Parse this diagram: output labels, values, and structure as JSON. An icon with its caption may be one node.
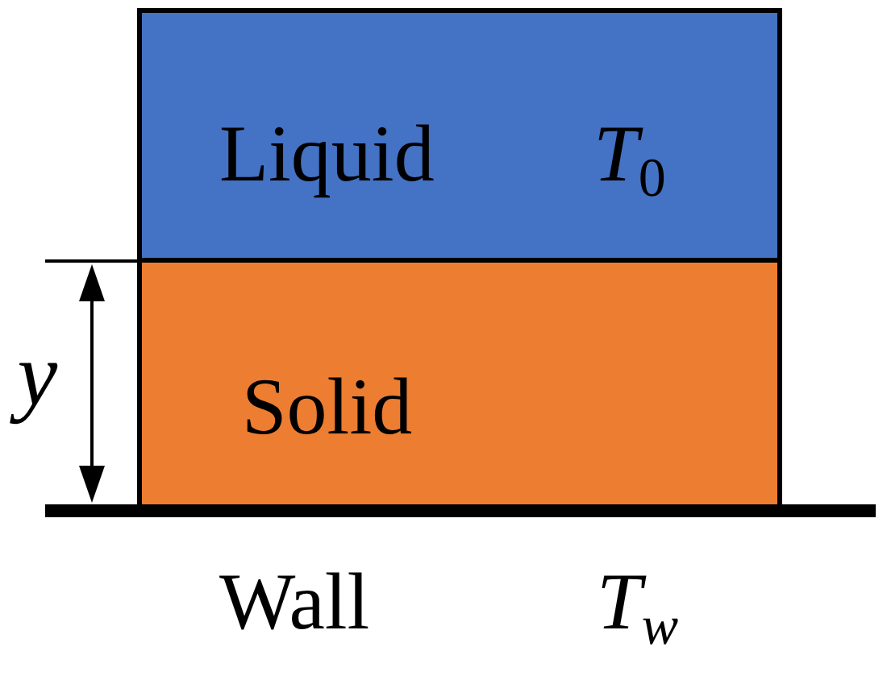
{
  "diagram": {
    "nodes": [
      {
        "text": [
          "Liquid",
          "*T*$_{0}$"
        ]
      },
      {
        "text": [
          "Solid"
        ]
      }
    ],
    "labels": [
      "y",
      "Wall",
      "*T*$_{w}$"
    ]
  }
}
